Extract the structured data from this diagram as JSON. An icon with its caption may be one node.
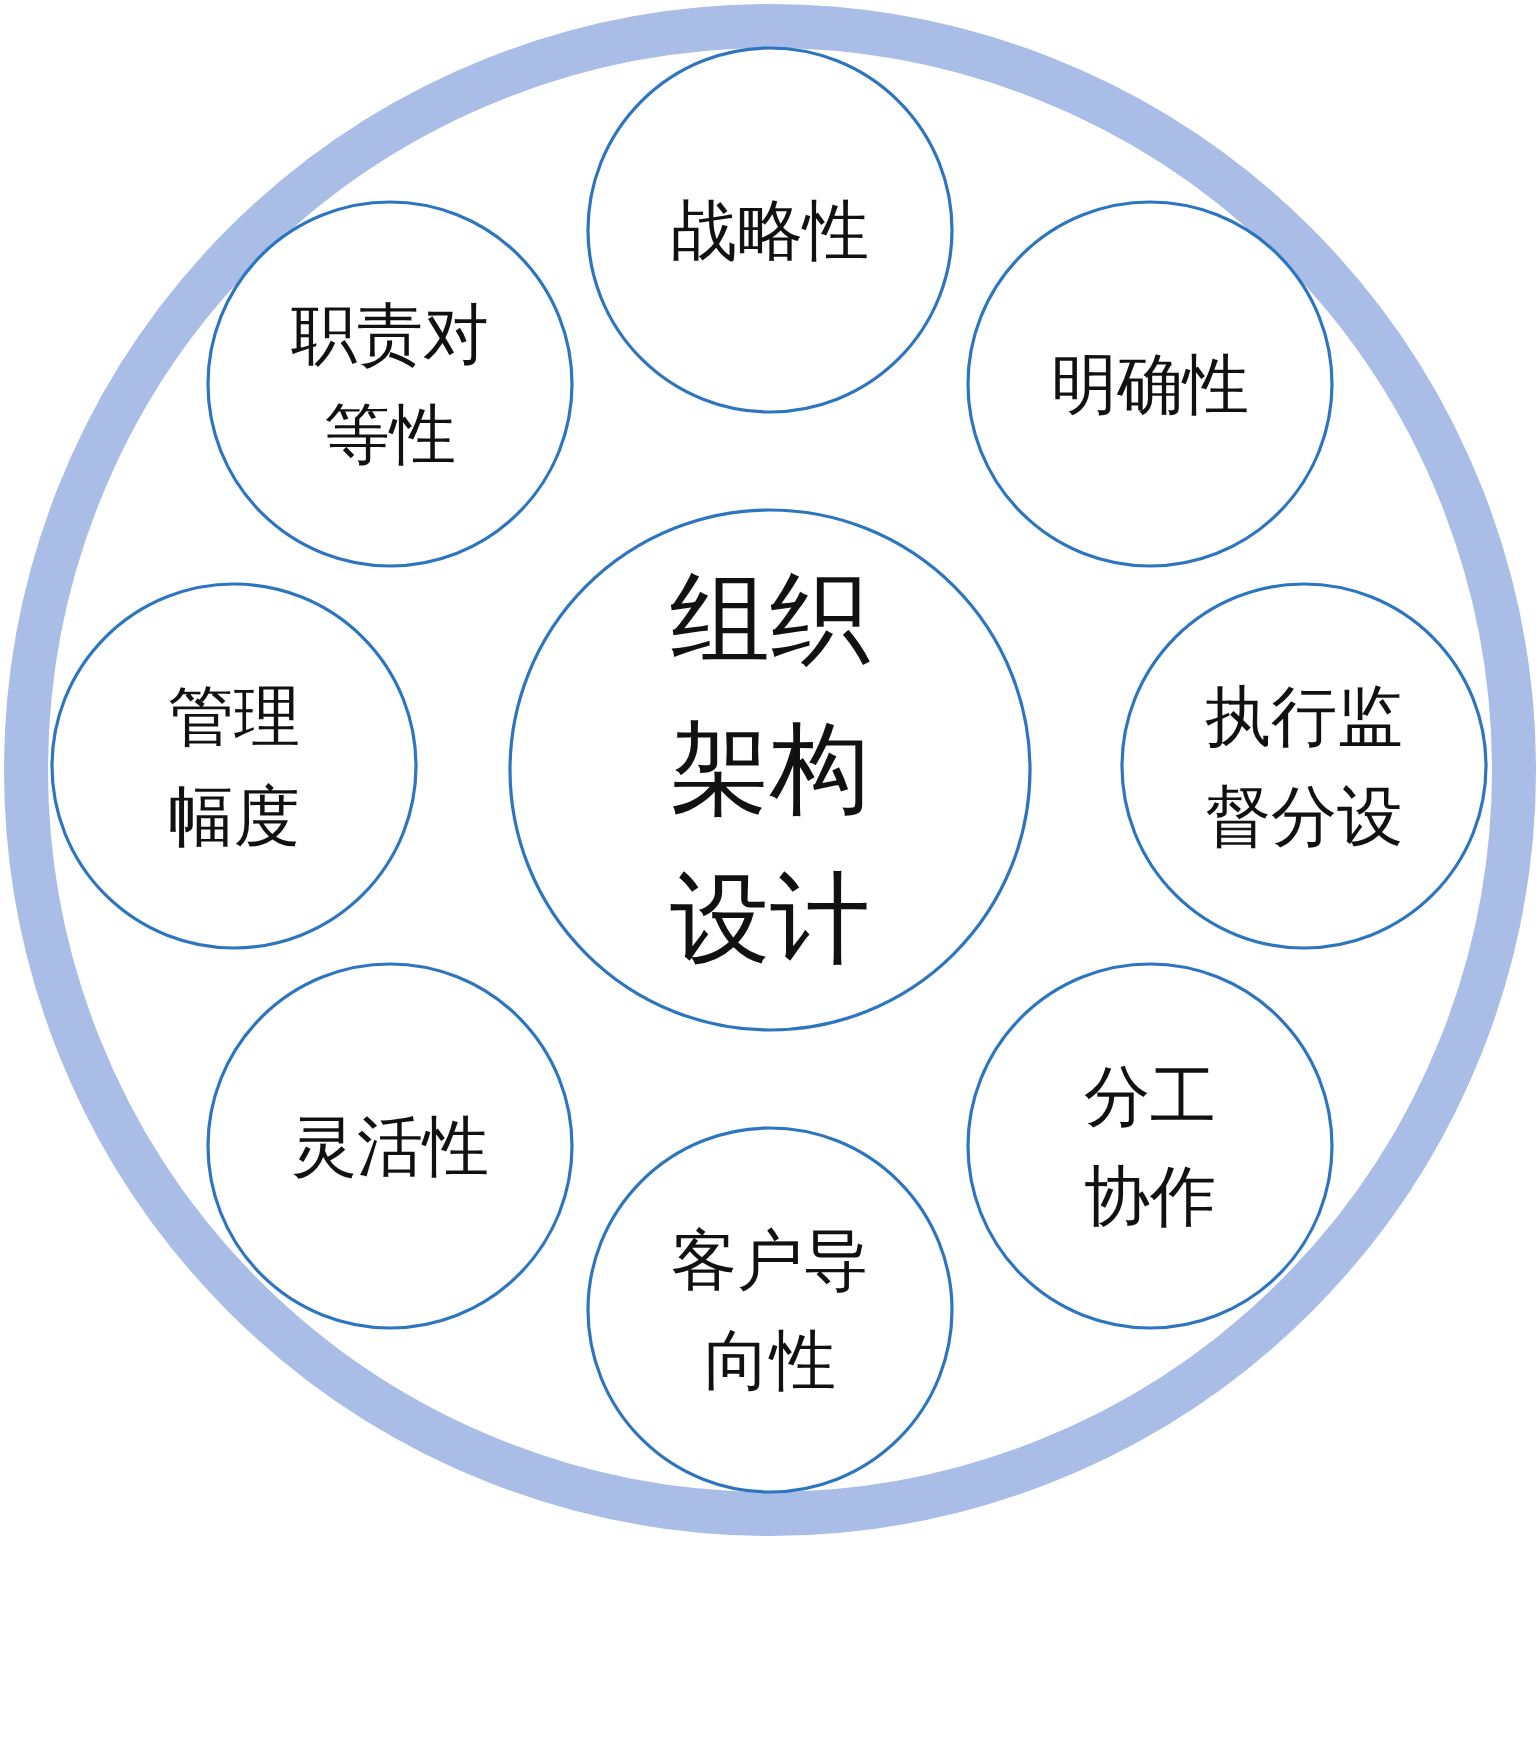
{
  "diagram": {
    "nodes": [
      {
        "text": [
          "组织架构设计"
        ]
      },
      {
        "text": [
          "战略性"
        ]
      },
      {
        "text": [
          "明确性"
        ]
      },
      {
        "text": [
          "执行监督分设"
        ]
      },
      {
        "text": [
          "分工协作"
        ]
      },
      {
        "text": [
          "客户导向性"
        ]
      },
      {
        "text": [
          "灵活性"
        ]
      },
      {
        "text": [
          "管理幅度"
        ]
      },
      {
        "text": [
          "职责对等性"
        ]
      }
    ]
  }
}
